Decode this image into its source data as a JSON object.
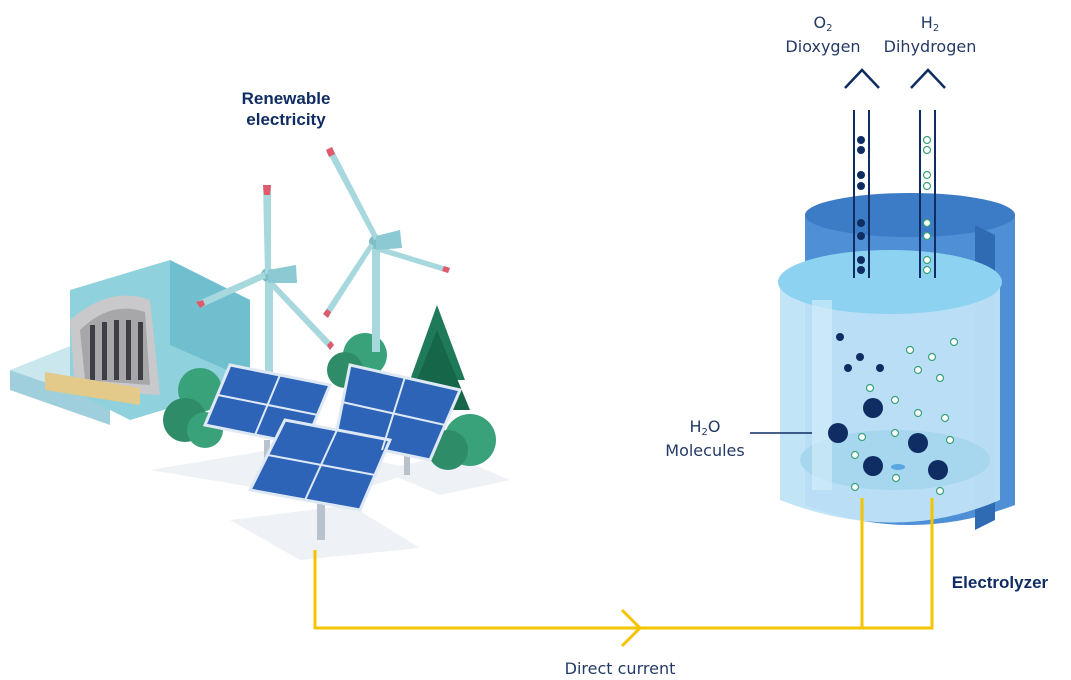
{
  "labels": {
    "renewable_line1": "Renewable",
    "renewable_line2": "electricity",
    "o2_symbol": "O",
    "o2_sub": "2",
    "o2_name": "Dioxygen",
    "h2_symbol": "H",
    "h2_sub": "2",
    "h2_name": "Dihydrogen",
    "h2o_a": "H",
    "h2o_sub": "2",
    "h2o_b": "O",
    "h2o_name": "Molecules",
    "electrolyzer": "Electrolyzer",
    "direct_current": "Direct current"
  },
  "colors": {
    "navy": "#0f2d63",
    "wire": "#f5c400",
    "water_light": "#bfe3f7",
    "tank_blue": "#4f8fd6",
    "panel_blue": "#2d64b8",
    "tree_green": "#3aa27a",
    "turbine": "#a7d8de"
  }
}
